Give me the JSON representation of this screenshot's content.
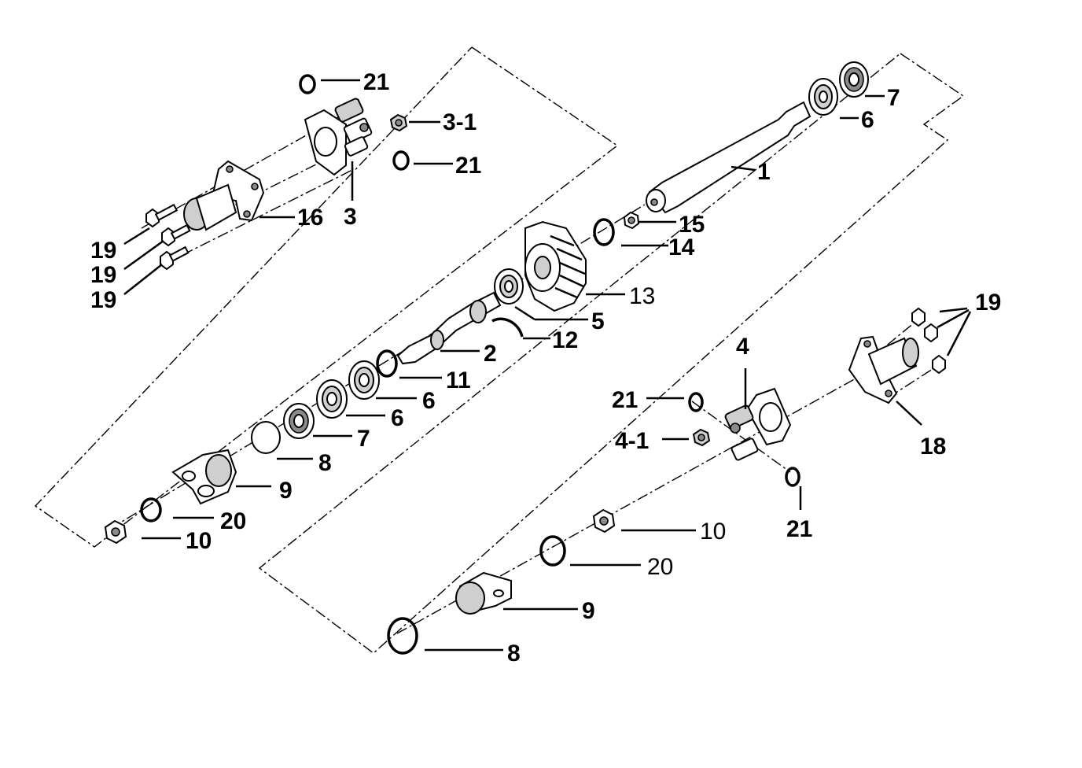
{
  "labels": {
    "l1": "1",
    "l2": "2",
    "l3": "3",
    "l3_1": "3-1",
    "l4": "4",
    "l4_1": "4-1",
    "l5": "5",
    "l6a": "6",
    "l6b": "6",
    "l6c": "6",
    "l7a": "7",
    "l7b": "7",
    "l8a": "8",
    "l8b": "8",
    "l9a": "9",
    "l9b": "9",
    "l10a": "10",
    "l10b": "10",
    "l11": "11",
    "l12": "12",
    "l13": "13",
    "l14": "14",
    "l15": "15",
    "l16": "16",
    "l18": "18",
    "l19a": "19",
    "l19b": "19",
    "l19c": "19",
    "l19d": "19",
    "l20a": "20",
    "l20b": "20",
    "l21a": "21",
    "l21b": "21",
    "l21c": "21",
    "l21d": "21"
  }
}
